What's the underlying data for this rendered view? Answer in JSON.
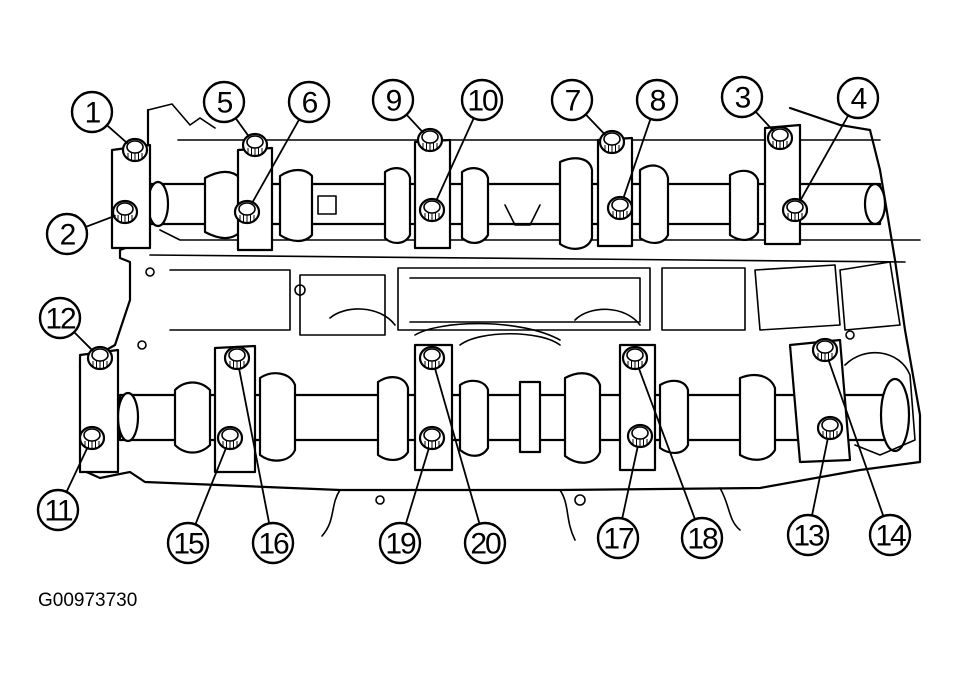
{
  "figure_code": "G00973730",
  "callouts": [
    {
      "label": "1"
    },
    {
      "label": "2"
    },
    {
      "label": "3"
    },
    {
      "label": "4"
    },
    {
      "label": "5"
    },
    {
      "label": "6"
    },
    {
      "label": "7"
    },
    {
      "label": "8"
    },
    {
      "label": "9"
    },
    {
      "label": "10"
    },
    {
      "label": "11"
    },
    {
      "label": "12"
    },
    {
      "label": "13"
    },
    {
      "label": "14"
    },
    {
      "label": "15"
    },
    {
      "label": "16"
    },
    {
      "label": "17"
    },
    {
      "label": "18"
    },
    {
      "label": "19"
    },
    {
      "label": "20"
    }
  ]
}
